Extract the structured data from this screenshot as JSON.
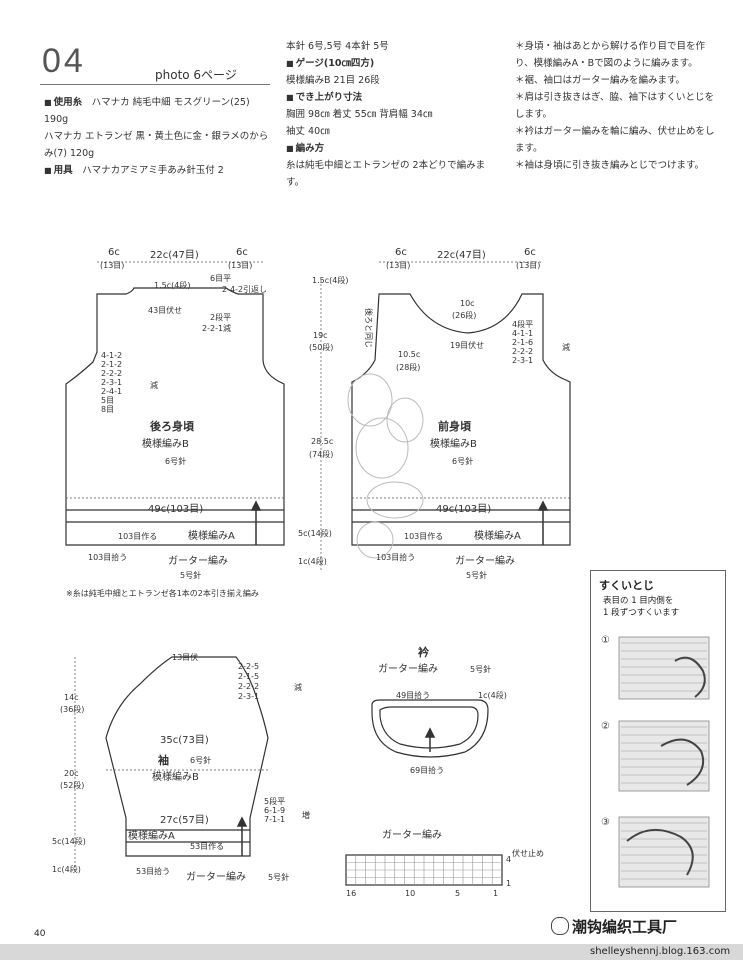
{
  "header": {
    "number": "04",
    "photo_ref": "photo 6ページ"
  },
  "col1": {
    "yarn_title": "使用糸",
    "yarn_1": "ハマナカ 純毛中細 モスグリーン(25) 190g",
    "yarn_2": "ハマナカ エトランゼ 黒・黄土色に金・銀ラメのからみ(7) 120g",
    "tools_title": "用具",
    "tools_text": "ハマナカアミアミ手あみ針玉付 2"
  },
  "col2": {
    "needles": "本針 6号,5号 4本針 5号",
    "gauge_title": "ゲージ(10㎝四方)",
    "gauge_text": "模様編みB 21目 26段",
    "size_title": "でき上がり寸法",
    "size_text_1": "胸囲 98㎝ 着丈 55㎝ 背肩幅 34㎝",
    "size_text_2": "袖丈 40㎝",
    "method_title": "編み方",
    "method_text": "糸は純毛中細とエトランゼの 2本どりで編みます。"
  },
  "col3": {
    "note_1": "＊身頃・袖はあとから解ける作り目で目を作り、模様編みA・Bで図のように編みます。",
    "note_2": "＊裾、袖口はガーター編みを編みます。",
    "note_3": "＊肩は引き抜きはぎ、脇、袖下はすくいとじをします。",
    "note_4": "＊衿はガーター編みを輪に編み、伏せ止めをします。",
    "note_5": "＊袖は身頃に引き抜き編みとじでつけます。"
  },
  "back": {
    "title": "後ろ身頃",
    "pattern": "模様編みB",
    "needle": "6号針",
    "top_left": "6c",
    "top_left_sts": "(13目)",
    "top_mid": "22c(47目)",
    "top_right": "6c",
    "top_right_sts": "(13目)",
    "shoulder_len": "1.5c(4段)",
    "shoulder_rows": "2-4-2引返し",
    "shoulder_top": "6目平",
    "bind_off": "43目伏せ",
    "neck_1": "2段平",
    "neck_2": "2-2-1減",
    "dec_list": [
      "4-1-2",
      "2-1-2",
      "2-2-2",
      "2-3-1",
      "2-4-1",
      "5目",
      "8目"
    ],
    "dec_label": "減",
    "width": "49c(103目)",
    "cast_on": "103目作る",
    "pattern_a": "模様編みA",
    "pickup": "103目拾う",
    "garter": "ガーター編み",
    "garter_needle": "5号針"
  },
  "front": {
    "title": "前身頃",
    "pattern": "模様編みB",
    "needle": "6号針",
    "top_left": "6c",
    "top_left_sts": "(13目)",
    "top_mid": "22c(47目)",
    "top_right": "6c",
    "top_right_sts": "(13目)",
    "neck_depth": "10c",
    "neck_depth_rows": "(26段)",
    "same_as_back": "後ろと同じ",
    "armhole": "10.5c",
    "armhole_rows": "(28段)",
    "bind_off": "19目伏せ",
    "neck_dec": [
      "4段平",
      "4-1-1",
      "2-1-6",
      "2-2-2",
      "2-3-1"
    ],
    "dec_label": "減",
    "width": "49c(103目)",
    "cast_on": "103目作る",
    "pattern_a": "模様編みA",
    "pickup": "103目拾う",
    "garter": "ガーター編み",
    "garter_needle": "5号針"
  },
  "mid_dims": {
    "d1": "1.5c(4段)",
    "d2": "19c",
    "d2_rows": "(50段)",
    "d3": "28.5c",
    "d3_rows": "(74段)",
    "d4": "5c(14段)",
    "d5": "1c(4段)"
  },
  "yarn_note": "※糸は純毛中細とエトランゼ各1本の2本引き揃え編み",
  "sleeve": {
    "title": "袖",
    "needle": "6号針",
    "pattern": "模様編みB",
    "top": "13目伏",
    "cap_dec": [
      "2-2-5",
      "2-1-5",
      "2-2-2",
      "2-3-1"
    ],
    "dec_label": "減",
    "cap_h": "14c",
    "cap_rows": "(36段)",
    "body_h": "20c",
    "body_rows": "(52段)",
    "width_top": "35c(73目)",
    "width_bottom": "27c(57目)",
    "inc": [
      "5段平",
      "6-1-9",
      "7-1-1"
    ],
    "inc_label": "増",
    "cuff_h": "5c(14段)",
    "garter_h": "1c(4段)",
    "pattern_a": "模様編みA",
    "cast_on": "53目作る",
    "pickup": "53目拾う",
    "garter": "ガーター編み",
    "garter_needle": "5号針"
  },
  "collar": {
    "title": "衿",
    "garter": "ガーター編み",
    "needle": "5号針",
    "pickup_top": "49目拾う",
    "height": "1c(4段)",
    "pickup_bottom": "69目拾う"
  },
  "chart": {
    "title": "ガーター編み",
    "bind_off": "伏せ止め",
    "row_4": "4",
    "row_1": "1",
    "cols": [
      "16",
      "10",
      "5",
      "1"
    ]
  },
  "stitch_box": {
    "title": "すくいとじ",
    "desc_1": "表目の 1 目内側を",
    "desc_2": "1 段ずつすくいます",
    "steps": [
      "①",
      "②",
      "③"
    ]
  },
  "page_number": "40",
  "watermark": "潮钩编织工具厂",
  "footer_url": "shelleyshennj.blog.163.com"
}
